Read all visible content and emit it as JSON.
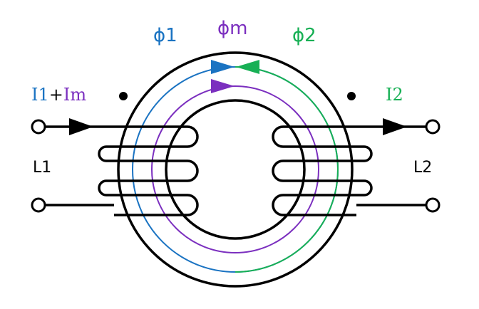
{
  "labels": {
    "phi1": "ϕ1",
    "phim": "ϕm",
    "phi2": "ϕ2",
    "i1_a": "I1",
    "i1_plus": "+",
    "i1_b": "Im",
    "i2": "I2",
    "l1": "L1",
    "l2": "L2"
  },
  "colors": {
    "line": "#000000",
    "phi1": "#1a73c2",
    "phim": "#7b2fbf",
    "phi2": "#18b055",
    "background": "#ffffff"
  }
}
